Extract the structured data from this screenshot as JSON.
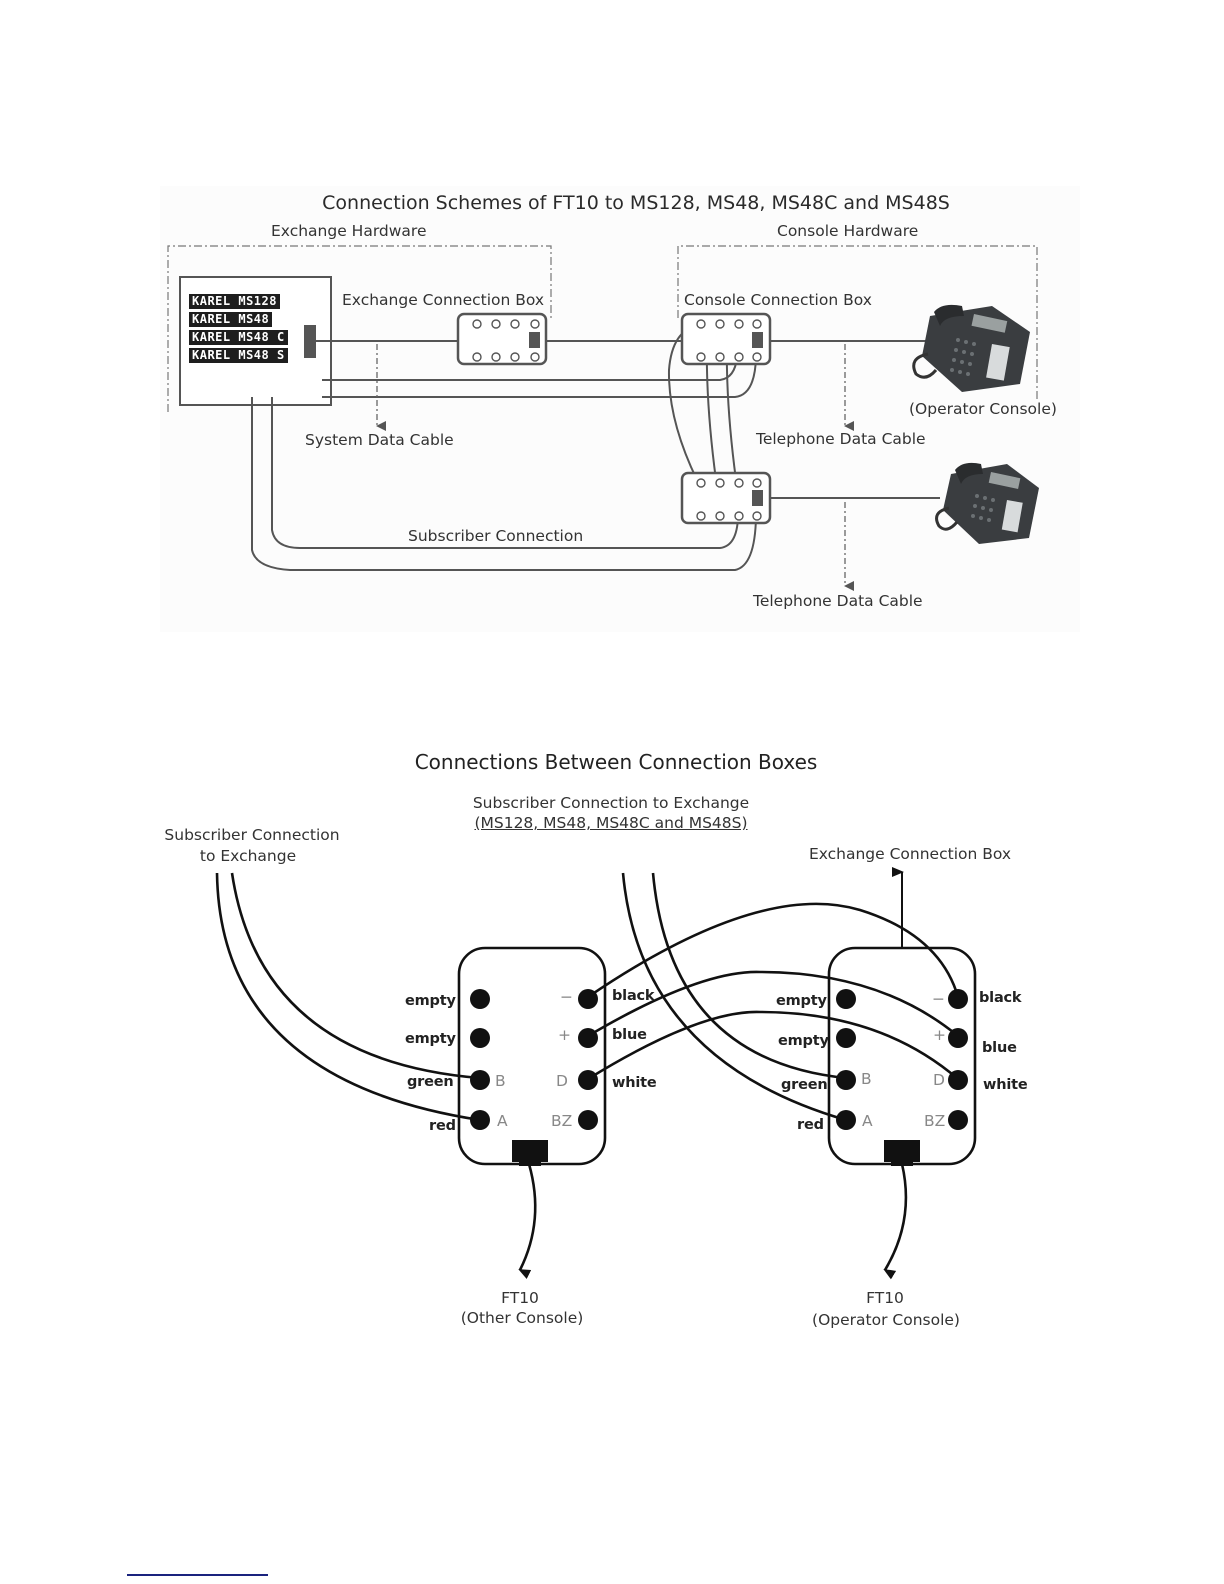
{
  "diagram1": {
    "title": "Connection Schemes of FT10 to MS128, MS48, MS48C and MS48S",
    "exchange_hardware_label": "Exchange Hardware",
    "console_hardware_label": "Console Hardware",
    "exchange_connection_box_label": "Exchange Connection Box",
    "console_connection_box_label": "Console Connection Box",
    "system_data_cable_label": "System Data Cable",
    "telephone_data_cable_label_1": "Telephone Data Cable",
    "telephone_data_cable_label_2": "Telephone Data Cable",
    "subscriber_connection_label": "Subscriber Connection",
    "operator_console_label": "(Operator Console)",
    "exchange_models": [
      "KAREL MS128",
      "KAREL MS48",
      "KAREL MS48 C",
      "KAREL MS48 S"
    ]
  },
  "diagram2": {
    "title": "Connections Between Connection Boxes",
    "subscriber_to_exchange_left_line1": "Subscriber Connection",
    "subscriber_to_exchange_left_line2": "to Exchange",
    "subscriber_to_exchange_top_line1": "Subscriber Connection to Exchange",
    "subscriber_to_exchange_top_line2": "(MS128, MS48, MS48C and MS48S)",
    "exchange_connection_box_label": "Exchange Connection Box",
    "left_box": {
      "left_labels": [
        "empty",
        "empty",
        "green",
        "red"
      ],
      "left_pins": [
        "",
        "",
        "B",
        "A"
      ],
      "right_pins": [
        "−",
        "+",
        "D",
        "BZ"
      ],
      "right_labels": [
        "black",
        "blue",
        "white",
        ""
      ],
      "device_line1": "FT10",
      "device_line2": "(Other Console)"
    },
    "right_box": {
      "left_labels": [
        "empty",
        "empty",
        "green",
        "red"
      ],
      "left_pins": [
        "",
        "",
        "B",
        "A"
      ],
      "right_pins": [
        "−",
        "+",
        "D",
        "BZ"
      ],
      "right_labels": [
        "black",
        "blue",
        "white",
        ""
      ],
      "device_line1": "FT10",
      "device_line2": "(Operator Console)"
    }
  }
}
